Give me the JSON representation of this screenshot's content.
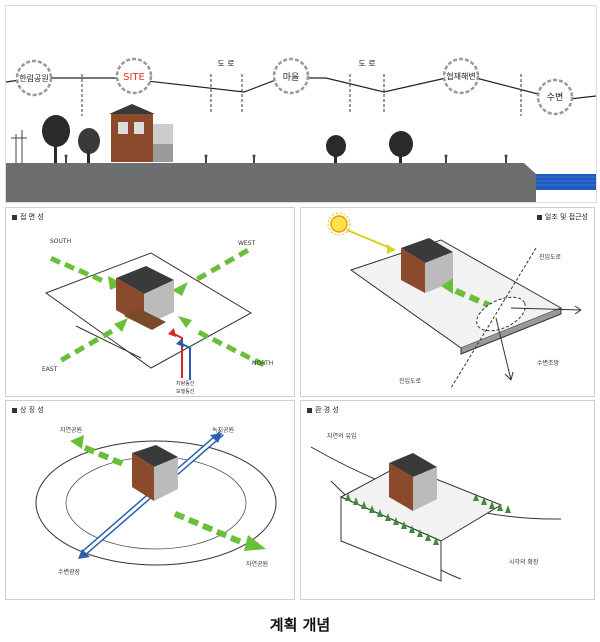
{
  "section": {
    "site_label": "SITE",
    "road_labels": [
      "도 로",
      "도 로"
    ],
    "nodes": [
      "한림공원",
      "SITE",
      "마을",
      "협재해변",
      "수변"
    ]
  },
  "panels": [
    {
      "title": "접 면 성",
      "labels": {
        "south": "SOUTH",
        "west": "WEST",
        "east": "EAST",
        "north": "NORTH",
        "legend1": "차량동선",
        "legend2": "보행동선"
      }
    },
    {
      "title": "일조 및 접근성",
      "labels": {
        "entry_road": "진입도로",
        "approach_road": "진입도로",
        "waterside_view": "수변조망"
      }
    },
    {
      "title": "상 징 성",
      "labels": {
        "nature1": "자연공원",
        "green_axis": "녹지공원",
        "nature2": "자연공원",
        "water_axis": "수변광장"
      }
    },
    {
      "title": "환 경 성",
      "labels": {
        "inflow": "자연의 유입",
        "expansion": "시각의 확장"
      }
    }
  ],
  "caption": "계획 개념",
  "colors": {
    "green": "#6abf3a",
    "blue": "#2b5fad",
    "red": "#d22",
    "sea": "#1f5bbf",
    "ground": "#6d6e70"
  }
}
